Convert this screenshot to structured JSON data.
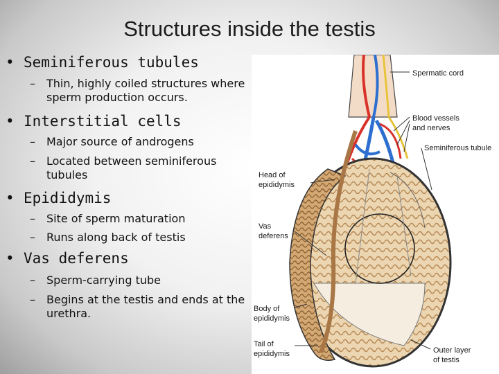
{
  "slide": {
    "title": "Structures inside the testis",
    "bullets": [
      {
        "label": "Seminiferous tubules",
        "subs": [
          "Thin, highly coiled structures where sperm production occurs."
        ]
      },
      {
        "label": "Interstitial cells",
        "subs": [
          "Major source of androgens",
          "Located between seminiferous tubules"
        ]
      },
      {
        "label": "Epididymis",
        "subs": [
          "Site of sperm maturation",
          "Runs along back of testis"
        ]
      },
      {
        "label": "Vas deferens",
        "subs": [
          "Sperm-carrying tube",
          "Begins at the testis and ends at the urethra."
        ]
      }
    ],
    "bullet_glyph": "•",
    "dash_glyph": "–"
  },
  "diagram": {
    "labels": {
      "spermatic_cord": "Spermatic cord",
      "blood_vessels_1": "Blood vessels",
      "blood_vessels_2": "and nerves",
      "seminiferous_tubule": "Seminiferous tubule",
      "head_epi_1": "Head of",
      "head_epi_2": "epididymis",
      "vas_1": "Vas",
      "vas_2": "deferens",
      "body_epi_1": "Body of",
      "body_epi_2": "epididymis",
      "tail_epi_1": "Tail of",
      "tail_epi_2": "epididymis",
      "outer_1": "Outer layer",
      "outer_2": "of testis"
    },
    "colors": {
      "tissue": "#e8cfa8",
      "tubule": "#c49a66",
      "vessel_red": "#d8322a",
      "vessel_blue": "#2d6fd1",
      "nerve": "#e7c43a"
    }
  }
}
